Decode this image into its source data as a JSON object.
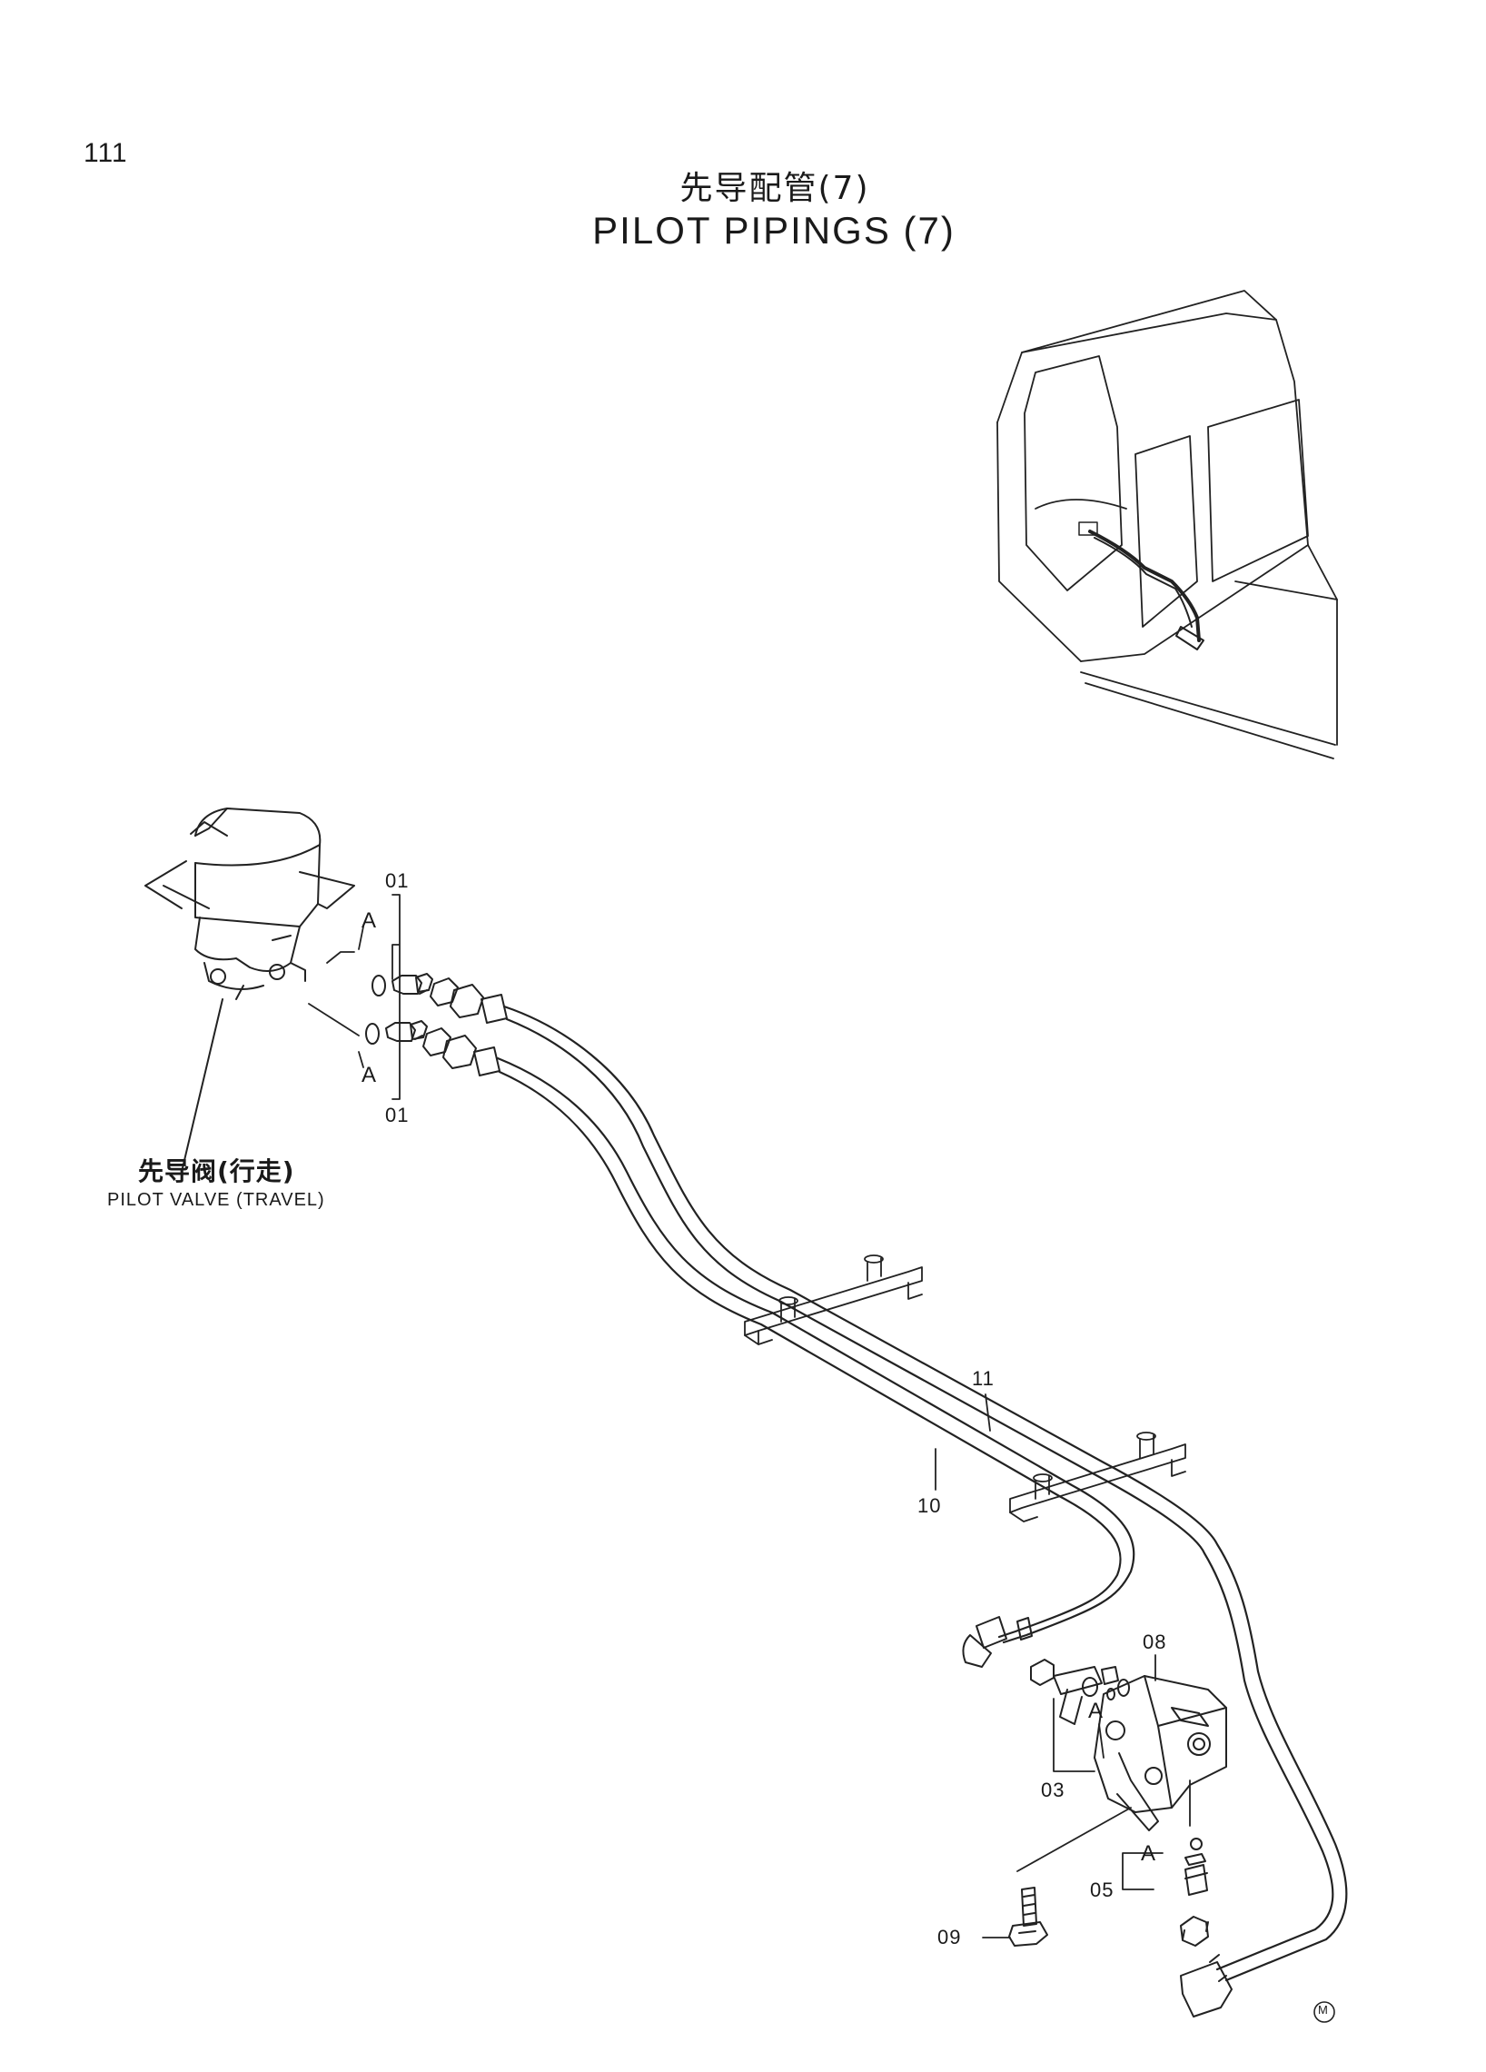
{
  "page": {
    "number": "111"
  },
  "title": {
    "cn": "先导配管(7)",
    "en": "PILOT PIPINGS (7)"
  },
  "captions": {
    "pilot_valve_cn": "先导阀(行走)",
    "pilot_valve_en": "PILOT VALVE (TRAVEL)"
  },
  "callouts": {
    "c01_top": "01",
    "c01_bottom": "01",
    "a_top": "A",
    "a_bottom": "A",
    "c11": "11",
    "c10": "10",
    "c08": "08",
    "a_mid": "A",
    "c03": "03",
    "a_low": "A",
    "c05": "05",
    "c09": "09"
  },
  "mark": "M"
}
